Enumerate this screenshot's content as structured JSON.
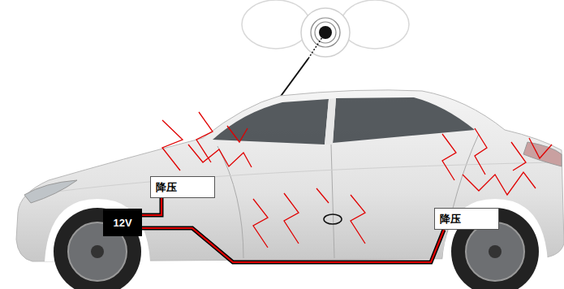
{
  "diagram": {
    "nodes": [
      {
        "text": [
          "12V"
        ]
      },
      {
        "text": [
          "降压"
        ]
      },
      {
        "text": [
          "降压"
        ]
      }
    ],
    "edges": [
      {
        "from": 0,
        "to": 1,
        "arrow": "none"
      },
      {
        "from": 0,
        "to": 2,
        "arrow": "none"
      }
    ]
  }
}
